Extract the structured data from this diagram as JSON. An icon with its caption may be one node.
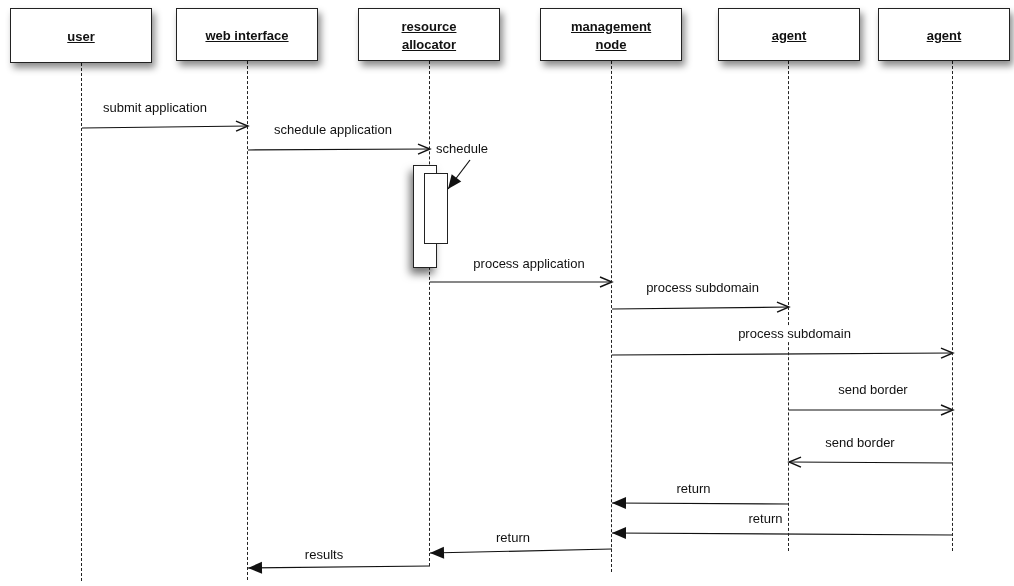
{
  "diagram": {
    "nodes": [
      {
        "text": [
          "user"
        ]
      },
      {
        "text": [
          "web interface"
        ]
      },
      {
        "text": [
          "resource allocator"
        ]
      },
      {
        "text": [
          "management node"
        ]
      },
      {
        "text": [
          "agent"
        ]
      },
      {
        "text": [
          "agent"
        ]
      },
      {
        "text": [],
        "shape": "lifeline"
      },
      {
        "text": [],
        "shape": "lifeline"
      },
      {
        "text": [],
        "shape": "lifeline"
      },
      {
        "text": [],
        "shape": "lifeline"
      },
      {
        "text": [],
        "shape": "lifeline"
      },
      {
        "text": [],
        "shape": "lifeline"
      },
      {
        "text": [
          "schedule"
        ]
      },
      {
        "text": [],
        "shape": "bar"
      },
      {
        "text": [],
        "shape": "bar"
      }
    ],
    "edges": [
      {
        "from": 6,
        "to": 7,
        "arrow": "to",
        "label": "submit application"
      },
      {
        "from": 7,
        "to": 8,
        "arrow": "to",
        "label": "schedule application"
      },
      {
        "from": 12,
        "to": 14,
        "arrow": "to"
      },
      {
        "from": 8,
        "to": 9,
        "arrow": "to",
        "label": "process application"
      },
      {
        "from": 9,
        "to": 10,
        "arrow": "to",
        "label": "process subdomain"
      },
      {
        "from": 9,
        "to": 11,
        "arrow": "to",
        "label": "process subdomain"
      },
      {
        "from": 10,
        "to": 11,
        "arrow": "to",
        "label": "send border"
      },
      {
        "from": 11,
        "to": 10,
        "arrow": "to",
        "label": "send border"
      },
      {
        "from": 10,
        "to": 9,
        "arrow": "to",
        "label": "return"
      },
      {
        "from": 11,
        "to": 9,
        "arrow": "to",
        "label": "return"
      },
      {
        "from": 9,
        "to": 8,
        "arrow": "to",
        "label": "return"
      },
      {
        "from": 8,
        "to": 7,
        "arrow": "to",
        "label": "results"
      }
    ]
  }
}
